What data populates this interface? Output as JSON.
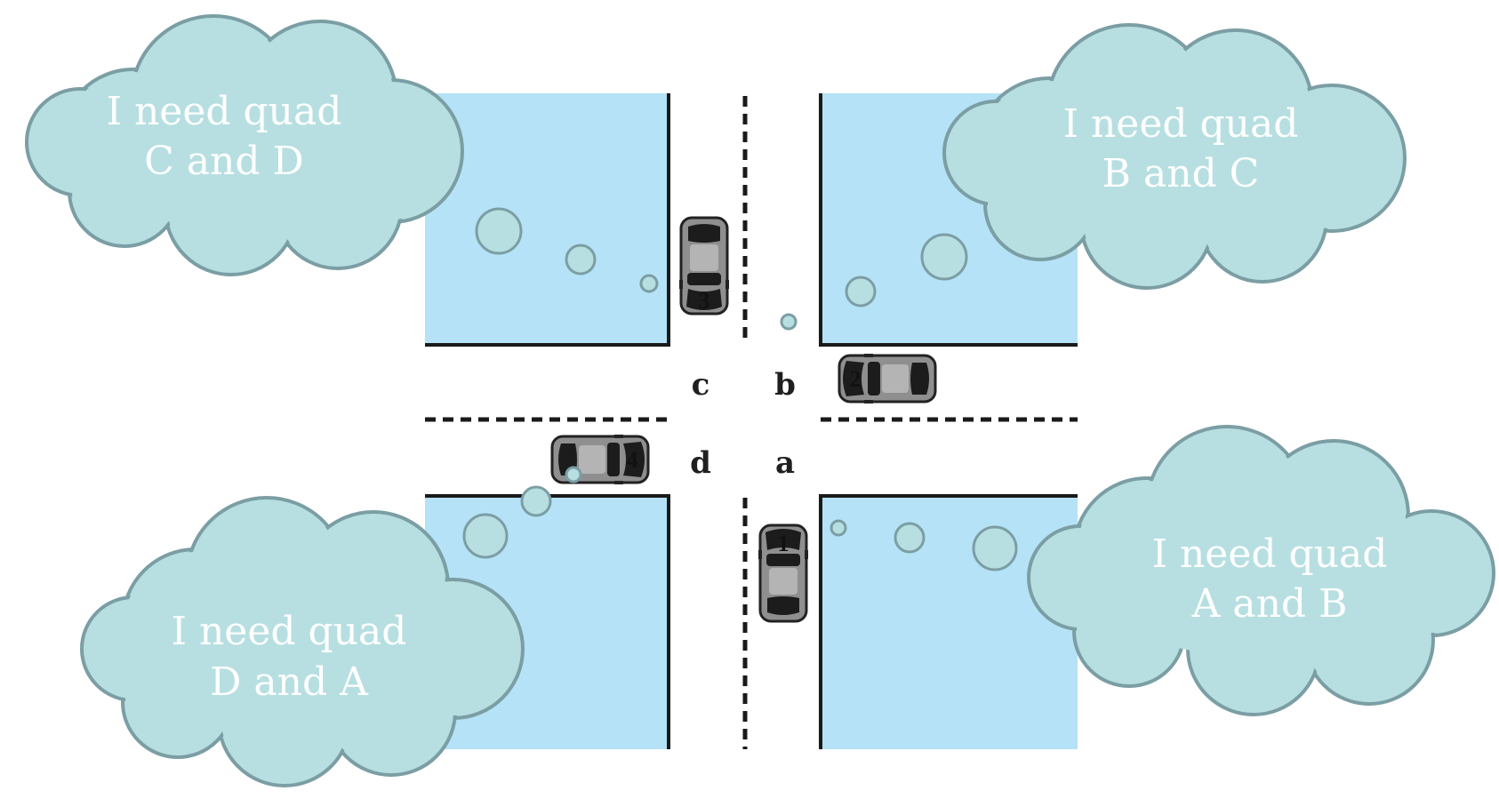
{
  "colors": {
    "block_fill": "#b5e2f6",
    "cloud_fill": "#b7dfe1",
    "cloud_stroke": "#7b9ea4",
    "curb": "#1a1a1a",
    "car_body": "#8f8f8f",
    "car_dark": "#1c1c1c"
  },
  "quadrants": {
    "a": "a",
    "b": "b",
    "c": "c",
    "d": "d"
  },
  "cars": [
    {
      "number": "1",
      "direction": "north"
    },
    {
      "number": "2",
      "direction": "west"
    },
    {
      "number": "3",
      "direction": "south"
    },
    {
      "number": "4",
      "direction": "east"
    }
  ],
  "bubbles": {
    "top_left": {
      "line1": "I need quad",
      "line2": "C and D"
    },
    "top_right": {
      "line1": "I need quad",
      "line2": "B and C"
    },
    "bottom_left": {
      "line1": "I need quad",
      "line2": "D and A"
    },
    "bottom_right": {
      "line1": "I need quad",
      "line2": "A and B"
    }
  }
}
